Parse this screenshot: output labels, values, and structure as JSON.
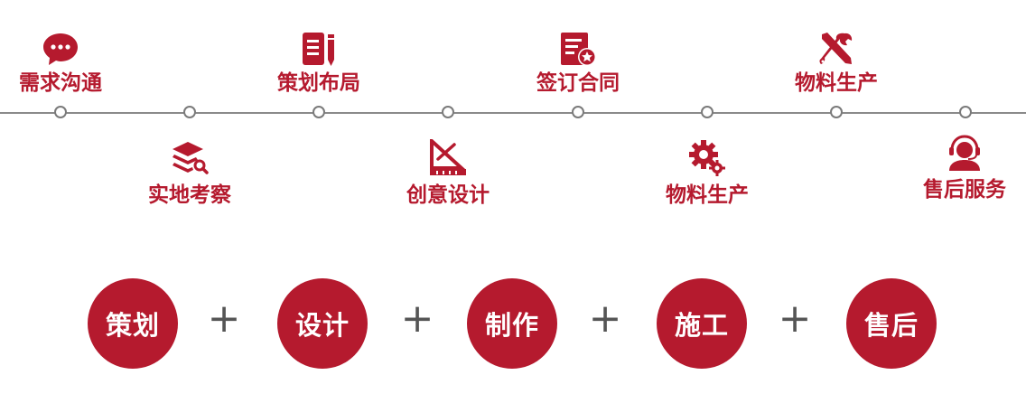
{
  "theme": {
    "accent": "#b51a2e",
    "line": "#8a8a8a"
  },
  "steps": [
    {
      "label": "需求沟通",
      "icon": "chat-bubble-icon"
    },
    {
      "label": "实地考察",
      "icon": "layers-search-icon"
    },
    {
      "label": "策划布局",
      "icon": "document-pen-icon"
    },
    {
      "label": "创意设计",
      "icon": "drafting-triangle-icon"
    },
    {
      "label": "签订合同",
      "icon": "contract-star-icon"
    },
    {
      "label": "物料生产",
      "icon": "gears-icon"
    },
    {
      "label": "物料生产",
      "icon": "tools-icon"
    },
    {
      "label": "售后服务",
      "icon": "customer-service-icon"
    }
  ],
  "stages": [
    {
      "label": "策划"
    },
    {
      "label": "设计"
    },
    {
      "label": "制作"
    },
    {
      "label": "施工"
    },
    {
      "label": "售后"
    }
  ],
  "plus_symbol": "+"
}
